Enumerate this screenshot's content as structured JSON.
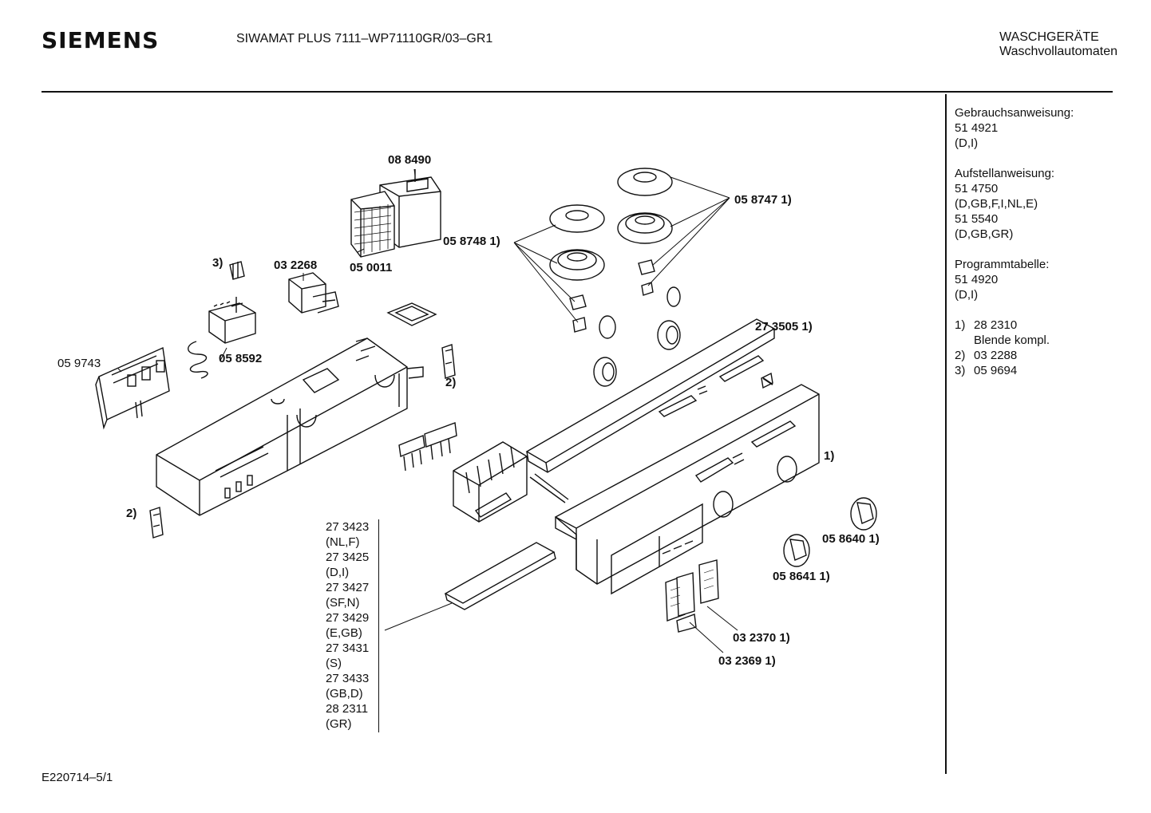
{
  "header": {
    "brand": "SIEMENS",
    "model": "SIWAMAT PLUS 7111–WP71110GR/03–GR1",
    "category_line1": "WASCHGERÄTE",
    "category_line2": "Waschvollautomaten"
  },
  "sidebar": {
    "groups": [
      {
        "title": "Gebrauchsanweisung:",
        "lines": [
          "51 4921",
          "(D,I)"
        ]
      },
      {
        "title": "Aufstellanweisung:",
        "lines": [
          "51 4750",
          "(D,GB,F,I,NL,E)",
          "51 5540",
          "(D,GB,GR)"
        ]
      },
      {
        "title": "Programmtabelle:",
        "lines": [
          "51 4920",
          "(D,I)"
        ]
      }
    ],
    "footnotes": [
      {
        "num": "1)",
        "text": "28 2310",
        "cont": "Blende kompl."
      },
      {
        "num": "2)",
        "text": "03 2288"
      },
      {
        "num": "3)",
        "text": "05 9694"
      }
    ]
  },
  "parts": {
    "p088490": "08 8490",
    "p050011": "05 0011",
    "p058748": "05 8748 1)",
    "p058747": "05 8747 1)",
    "p3": "3)",
    "p032268": "03 2268",
    "p059743": "05 9743",
    "p058592": "05 8592",
    "p2a": "2)",
    "p2b": "2)",
    "p273505": "27 3505 1)",
    "p1": "1)",
    "p058640": "05 8640 1)",
    "p058641": "05 8641 1)",
    "p032370": "03 2370 1)",
    "p032369": "03 2369 1)"
  },
  "variants": [
    "27 3423",
    "(NL,F)",
    "27 3425",
    "(D,I)",
    "27 3427",
    "(SF,N)",
    "27 3429",
    "(E,GB)",
    "27 3431",
    "(S)",
    "27 3433",
    "(GB,D)",
    "28 2311",
    "(GR)"
  ],
  "footer": {
    "code": "E220714–5/1"
  }
}
